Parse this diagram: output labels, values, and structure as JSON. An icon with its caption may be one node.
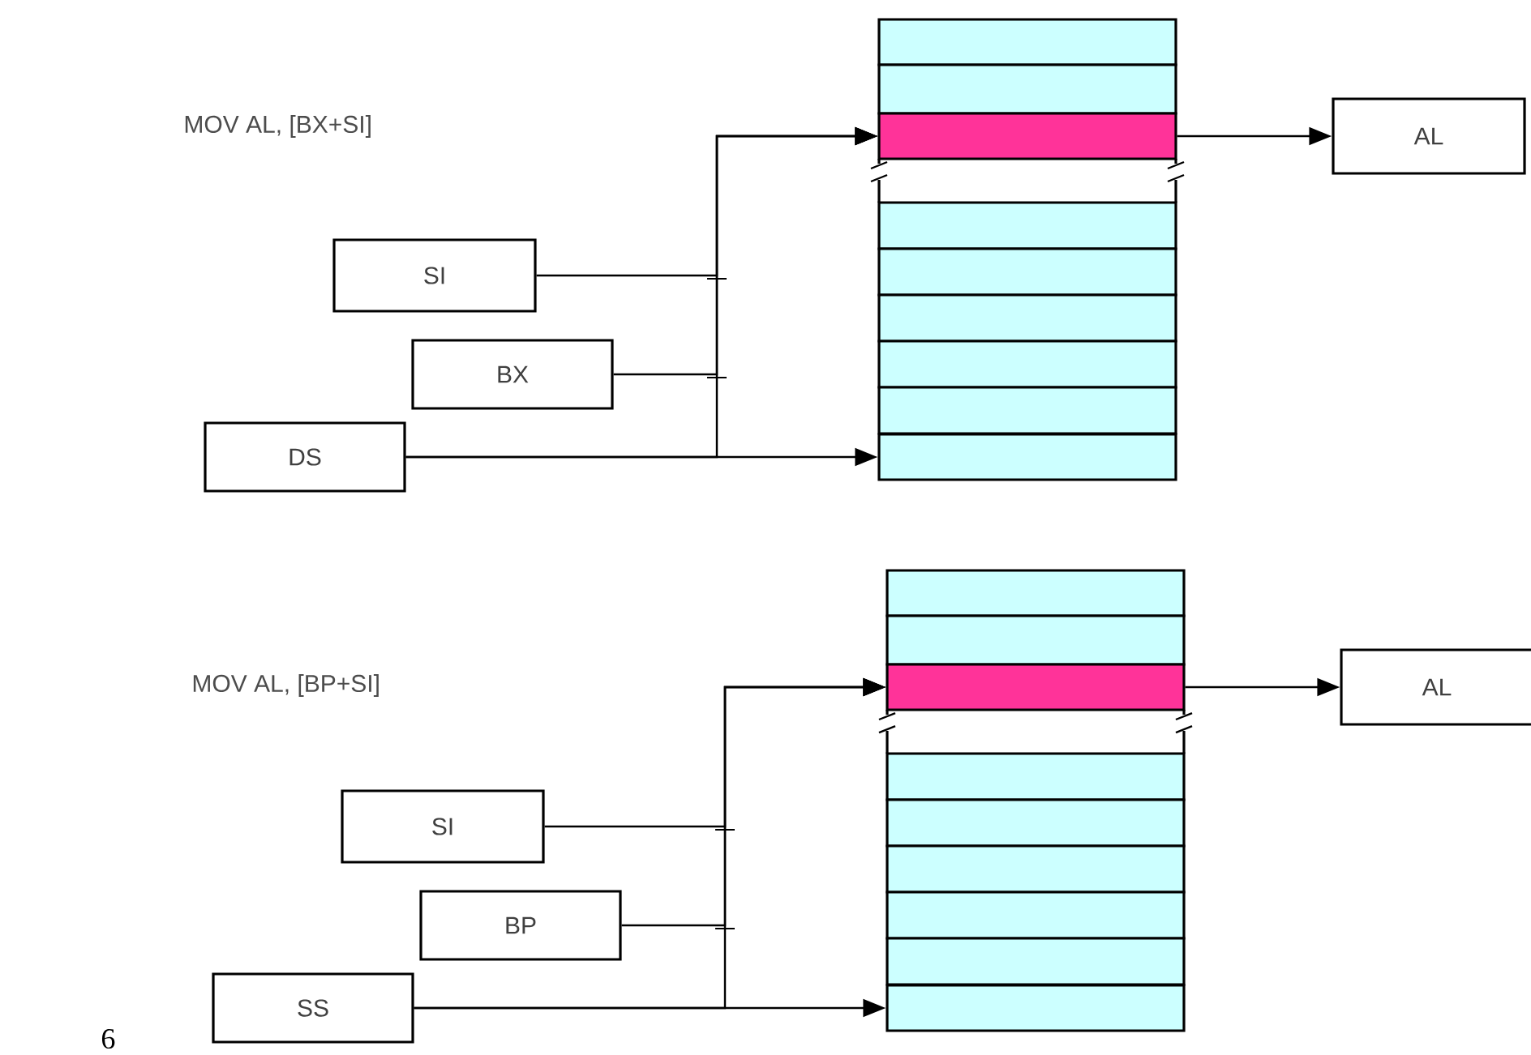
{
  "diagram": {
    "nodes": [
      {
        "text": [
          "SI"
        ]
      },
      {
        "text": [
          "BX"
        ]
      },
      {
        "text": [
          "DS"
        ]
      },
      {
        "text": [],
        "shape": "bar"
      },
      {
        "text": [],
        "shape": "bar"
      },
      {
        "text": [
          "AL"
        ]
      },
      {
        "text": [
          "SI"
        ]
      },
      {
        "text": [
          "BP"
        ]
      },
      {
        "text": [
          "SS"
        ]
      },
      {
        "text": [],
        "shape": "bar"
      },
      {
        "text": [],
        "shape": "bar"
      },
      {
        "text": [
          "AL"
        ]
      }
    ],
    "edges": [
      {
        "from": 0,
        "to": 3,
        "arrow": "to"
      },
      {
        "from": 1,
        "to": 3,
        "arrow": "to"
      },
      {
        "from": 2,
        "to": 3,
        "arrow": "to"
      },
      {
        "from": 2,
        "to": 4,
        "arrow": "to"
      },
      {
        "from": 3,
        "to": 5,
        "arrow": "to"
      },
      {
        "from": 6,
        "to": 9,
        "arrow": "to"
      },
      {
        "from": 7,
        "to": 9,
        "arrow": "to"
      },
      {
        "from": 8,
        "to": 9,
        "arrow": "to"
      },
      {
        "from": 8,
        "to": 10,
        "arrow": "to"
      },
      {
        "from": 9,
        "to": 11,
        "arrow": "to"
      }
    ],
    "labels": [
      "MOV  AL, [BX+SI]",
      "MOV  AL, [BP+SI]",
      "6"
    ]
  }
}
